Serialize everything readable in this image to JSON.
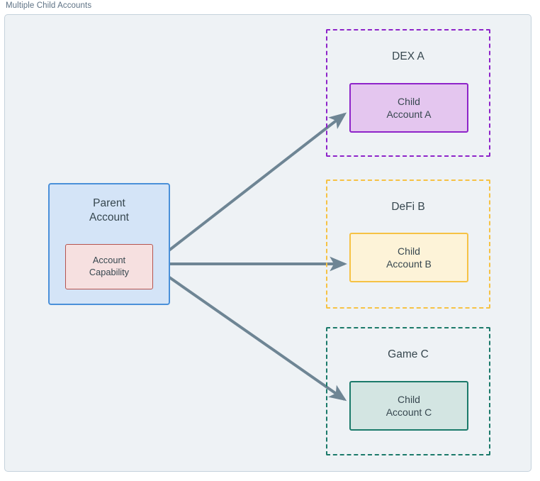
{
  "frame": {
    "title": "Multiple Child Accounts",
    "background": "#eef2f5",
    "border_color": "#c5d2dc",
    "title_color": "#5d7184"
  },
  "parent": {
    "title_line_1": "Parent",
    "title_line_2": "Account",
    "fill": "#d4e4f7",
    "border": "#4a90d9",
    "capability": {
      "line_1": "Account",
      "line_2": "Capability",
      "fill": "#f6e0e0",
      "border": "#b5544f"
    }
  },
  "apps": [
    {
      "title": "DEX A",
      "border": "#8e24c9",
      "child": {
        "line_1": "Child",
        "line_2": "Account A",
        "fill": "#e4c6ef",
        "border": "#8e24c9"
      }
    },
    {
      "title": "DeFi B",
      "border": "#f6c244",
      "child": {
        "line_1": "Child",
        "line_2": "Account B",
        "fill": "#fdf3d8",
        "border": "#f6c244"
      }
    },
    {
      "title": "Game C",
      "border": "#1b7a6a",
      "child": {
        "line_1": "Child",
        "line_2": "Account C",
        "fill": "#d3e5e2",
        "border": "#1b7a6a"
      }
    }
  ],
  "arrows": {
    "color": "#6e8594",
    "count": 3,
    "origin_label": "Account Capability",
    "targets": [
      "Child Account A",
      "Child Account B",
      "Child Account C"
    ]
  }
}
